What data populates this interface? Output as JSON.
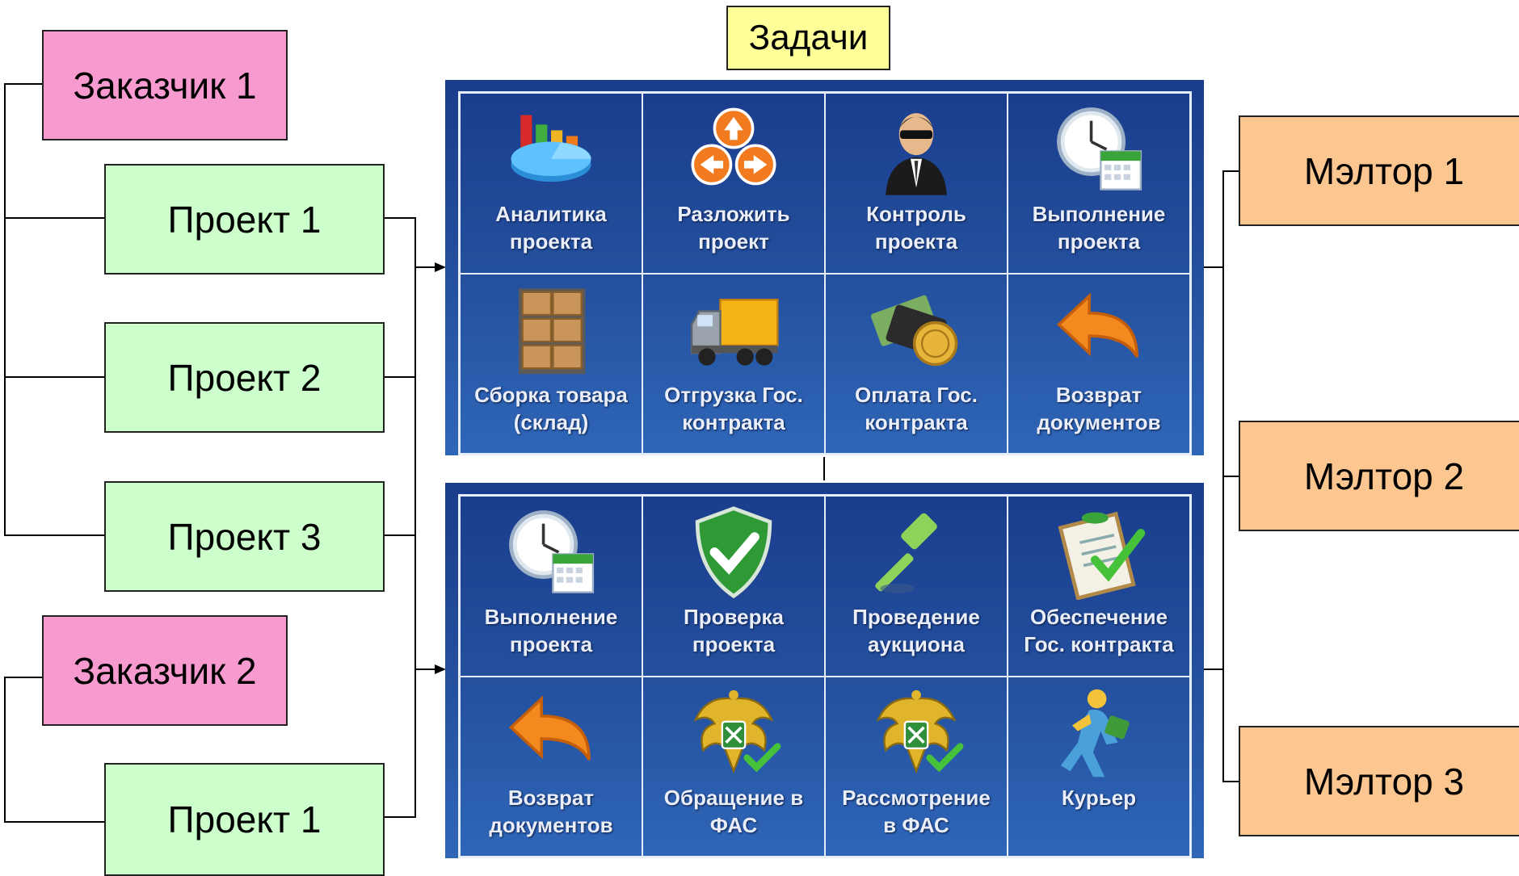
{
  "title": "Задачи",
  "clients": [
    {
      "label": "Заказчик 1"
    },
    {
      "label": "Заказчик 2"
    }
  ],
  "projects": [
    {
      "label": "Проект 1"
    },
    {
      "label": "Проект 2"
    },
    {
      "label": "Проект 3"
    },
    {
      "label": "Проект 1"
    }
  ],
  "mentors": [
    {
      "label": "Мэлтор 1"
    },
    {
      "label": "Мэлтор 2"
    },
    {
      "label": "Мэлтор 3"
    }
  ],
  "panel_top": {
    "tiles": [
      {
        "label": "Аналитика\nпроекта",
        "icon": "chart-icon"
      },
      {
        "label": "Разложить\nпроект",
        "icon": "arrows-icon"
      },
      {
        "label": "Контроль\nпроекта",
        "icon": "agent-icon"
      },
      {
        "label": "Выполнение\nпроекта",
        "icon": "clock-calendar-icon"
      },
      {
        "label": "Сборка товара\n(склад)",
        "icon": "boxes-icon"
      },
      {
        "label": "Отгрузка Гос.\nконтракта",
        "icon": "truck-icon"
      },
      {
        "label": "Оплата Гос.\nконтракта",
        "icon": "money-icon"
      },
      {
        "label": "Возврат\nдокументов",
        "icon": "return-arrow-icon"
      }
    ]
  },
  "panel_bottom": {
    "tiles": [
      {
        "label": "Выполнение\nпроекта",
        "icon": "clock-calendar-icon"
      },
      {
        "label": "Проверка\nпроекта",
        "icon": "shield-check-icon"
      },
      {
        "label": "Проведение\nаукциона",
        "icon": "gavel-icon"
      },
      {
        "label": "Обеспечение\nГос. контракта",
        "icon": "checklist-icon"
      },
      {
        "label": "Возврат\nдокументов",
        "icon": "return-arrow-icon"
      },
      {
        "label": "Обращение в\nФАС",
        "icon": "emblem-icon"
      },
      {
        "label": "Рассмотрение\nв ФАС",
        "icon": "emblem-icon"
      },
      {
        "label": "Курьер",
        "icon": "courier-icon"
      }
    ]
  },
  "colors": {
    "client": "#f79ad0",
    "project": "#ccffcc",
    "mentor": "#fcc690",
    "title": "#ffff99",
    "panel": "#24519f"
  }
}
